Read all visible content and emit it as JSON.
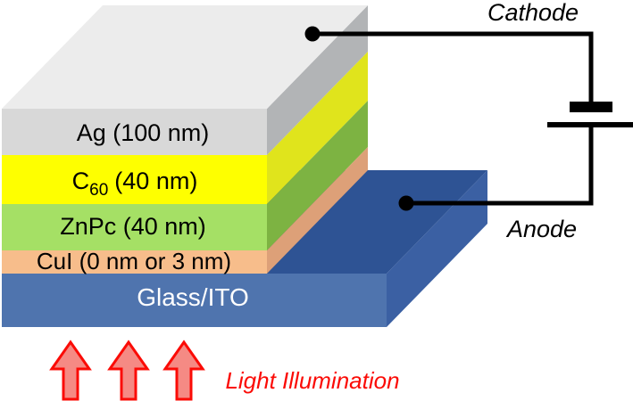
{
  "device": {
    "layers": [
      {
        "id": "ag",
        "label": "Ag (100 nm)",
        "front_color": "#d8d8d8",
        "side_color": "#b2b4b6",
        "top_color": "#ececec",
        "text_color": "#000000"
      },
      {
        "id": "c60",
        "label_prefix": "C",
        "label_sub": "60",
        "label_suffix": "(40 nm)",
        "front_color": "#feff00",
        "side_color": "#e0e41c",
        "text_color": "#000000"
      },
      {
        "id": "znpc",
        "label": "ZnPc (40 nm)",
        "front_color": "#a5e065",
        "side_color": "#7db342",
        "text_color": "#000000"
      },
      {
        "id": "cui",
        "label": "CuI (0 nm or 3 nm)",
        "front_color": "#f7bd8b",
        "side_color": "#dda078",
        "text_color": "#000000"
      },
      {
        "id": "substrate",
        "label": "Glass/ITO",
        "front_color": "#4f74ae",
        "top_color": "#2e5394",
        "side_color": "#3b60a3",
        "text_color": "#ffffff"
      }
    ],
    "circuit": {
      "cathode_label": "Cathode",
      "anode_label": "Anode",
      "wire_color": "#000000"
    },
    "illumination": {
      "label": "Light Illumination",
      "text_color": "#fb0b06",
      "arrow_fill": "#f58a84",
      "arrow_stroke": "#fb0b06"
    }
  }
}
